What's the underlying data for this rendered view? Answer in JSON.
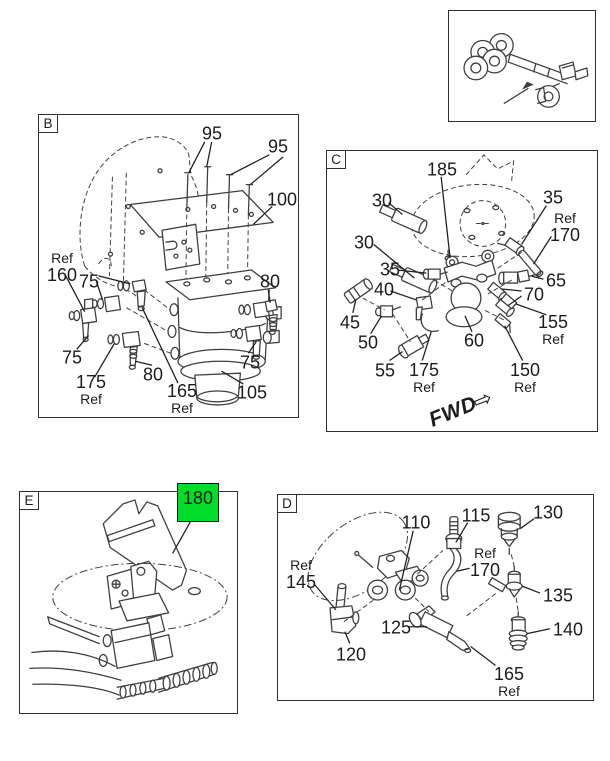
{
  "meta": {
    "background": "#ffffff",
    "line_color": "#3f3f3f",
    "text_color": "#1c1c1c",
    "highlight_color": "#00dd2b"
  },
  "locator": {
    "icon": "truck-chassis-locator-icon"
  },
  "panels": {
    "b": {
      "label": "B",
      "callouts": {
        "n95a": {
          "l1": "95"
        },
        "n95b": {
          "l1": "95"
        },
        "n100": {
          "l1": "100"
        },
        "ref160": {
          "l1": "Ref",
          "l2": "160"
        },
        "n75a": {
          "l1": "75"
        },
        "n75b": {
          "l1": "75"
        },
        "n175": {
          "l1": "175",
          "l2": "Ref"
        },
        "n80l": {
          "l1": "80"
        },
        "n165": {
          "l1": "165",
          "l2": "Ref"
        },
        "n105": {
          "l1": "105"
        },
        "n80r": {
          "l1": "80"
        },
        "n75r": {
          "l1": "75"
        }
      }
    },
    "c": {
      "label": "C",
      "callouts": {
        "n185": {
          "l1": "185"
        },
        "n30a": {
          "l1": "30"
        },
        "n30b": {
          "l1": "30"
        },
        "n35a": {
          "l1": "35"
        },
        "n35b": {
          "l1": "35"
        },
        "ref170": {
          "l1": "Ref",
          "l2": "170"
        },
        "n40": {
          "l1": "40"
        },
        "n45": {
          "l1": "45"
        },
        "n50": {
          "l1": "50"
        },
        "n55": {
          "l1": "55"
        },
        "n60": {
          "l1": "60"
        },
        "n65": {
          "l1": "65"
        },
        "n70": {
          "l1": "70"
        },
        "n155": {
          "l1": "155",
          "l2": "Ref"
        },
        "n150": {
          "l1": "150",
          "l2": "Ref"
        },
        "n175": {
          "l1": "175",
          "l2": "Ref"
        }
      },
      "fwd": {
        "label": "FWD",
        "arrow_icon": "⇨"
      }
    },
    "d": {
      "label": "D",
      "callouts": {
        "n110": {
          "l1": "110"
        },
        "n115": {
          "l1": "115"
        },
        "n130": {
          "l1": "130"
        },
        "ref170": {
          "l1": "Ref",
          "l2": "170"
        },
        "ref145": {
          "l1": "Ref",
          "l2": "145"
        },
        "n120": {
          "l1": "120"
        },
        "n125": {
          "l1": "125"
        },
        "n135": {
          "l1": "135"
        },
        "n140": {
          "l1": "140"
        },
        "n165": {
          "l1": "165",
          "l2": "Ref"
        }
      }
    },
    "e": {
      "label": "E",
      "highlight": {
        "l1": "180"
      }
    }
  }
}
